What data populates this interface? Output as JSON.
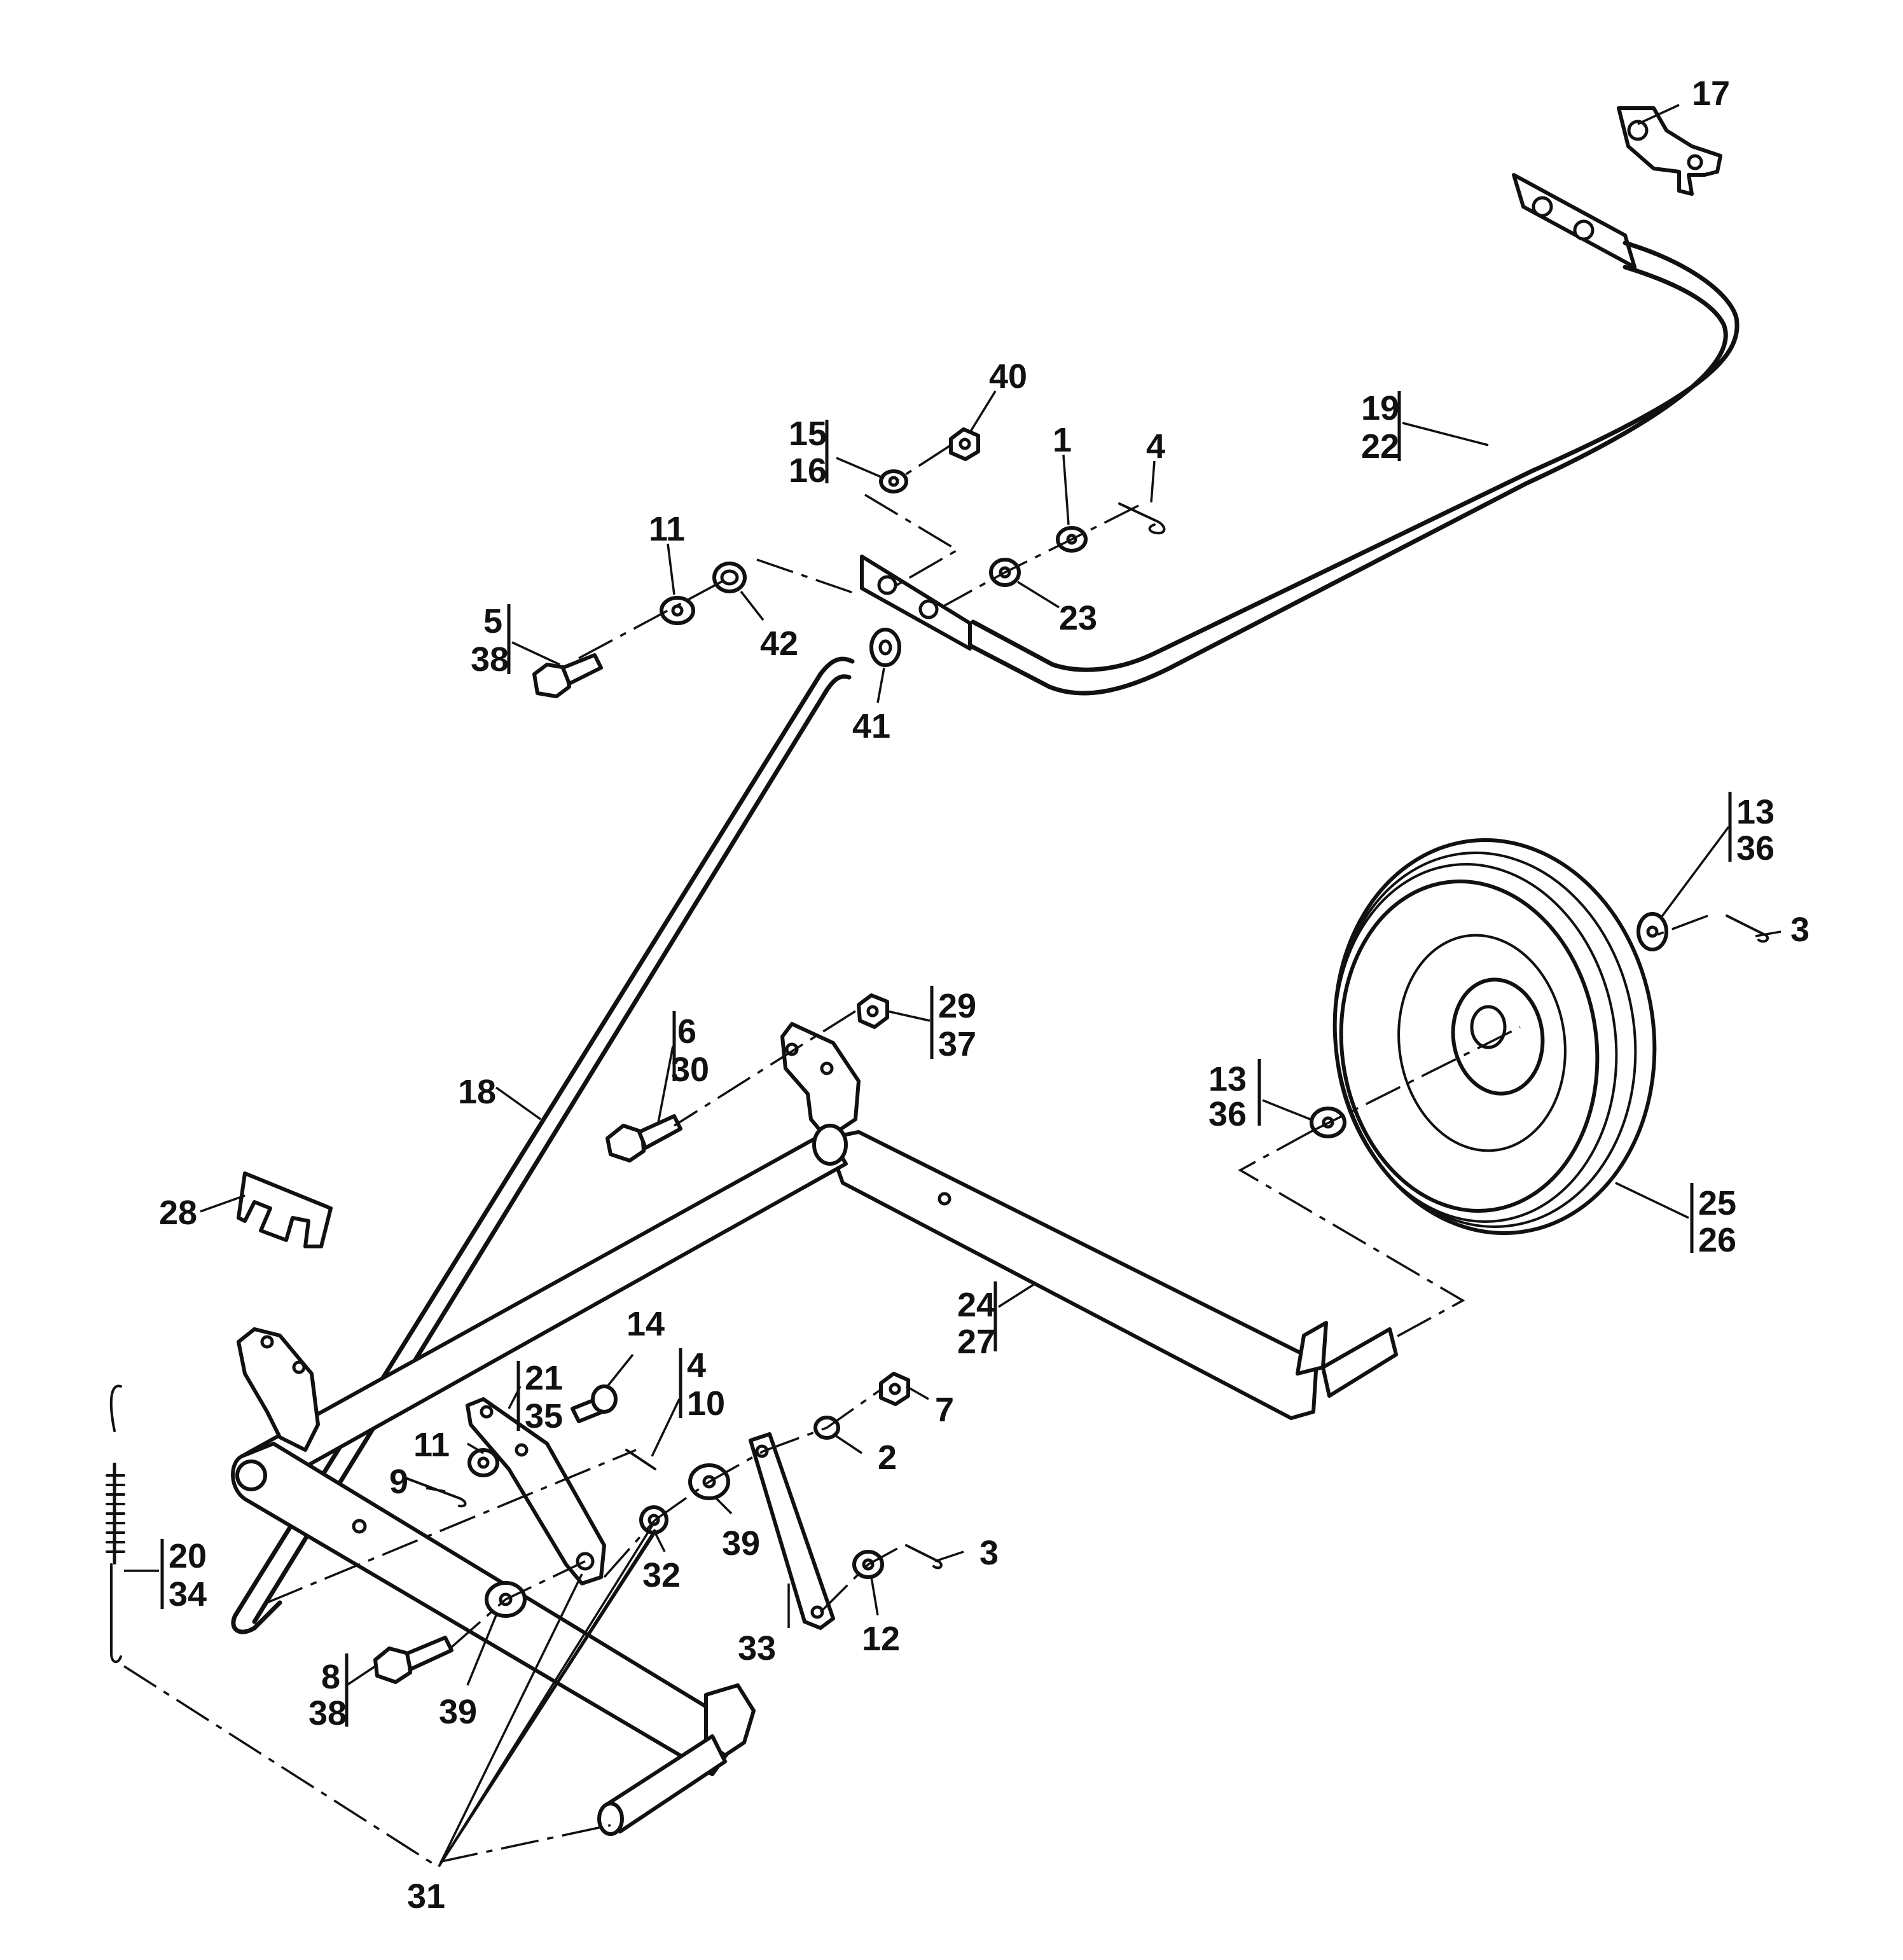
{
  "callouts": {
    "c17": "17",
    "c40": "40",
    "c15": "15",
    "c16": "16",
    "c1": "1",
    "c4a": "4",
    "c19": "19",
    "c22": "22",
    "c11a": "11",
    "c5": "5",
    "c38a": "38",
    "c42": "42",
    "c23": "23",
    "c41": "41",
    "c13a": "13",
    "c36a": "36",
    "c3a": "3",
    "c29": "29",
    "c37": "37",
    "c6": "6",
    "c30": "30",
    "c13b": "13",
    "c36b": "36",
    "c18": "18",
    "c28": "28",
    "c25": "25",
    "c26": "26",
    "c24": "24",
    "c27": "27",
    "c14": "14",
    "c21": "21",
    "c35": "35",
    "c4b": "4",
    "c10": "10",
    "c7": "7",
    "c11b": "11",
    "c9": "9",
    "c2": "2",
    "c3b": "3",
    "c20": "20",
    "c34": "34",
    "c32": "32",
    "c39a": "39",
    "c33": "33",
    "c12": "12",
    "c8": "8",
    "c38b": "38",
    "c39b": "39",
    "c31": "31"
  }
}
